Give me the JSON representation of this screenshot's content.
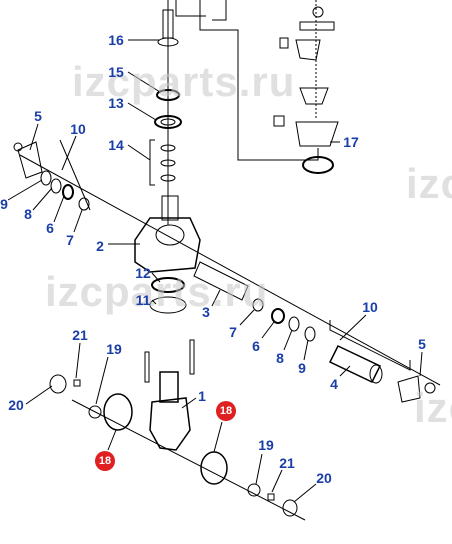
{
  "watermark": {
    "text_main": "izcparts.ru",
    "text_edge": "izc"
  },
  "colors": {
    "label": "#1a3ea8",
    "callout": "#e02020",
    "line": "#000000"
  },
  "labels": {
    "p16": "16",
    "p15": "15",
    "p13": "13",
    "p14": "14",
    "p17": "17",
    "p5_left": "5",
    "p10_left": "10",
    "p9_left": "9",
    "p8_left": "8",
    "p6_left": "6",
    "p7_left": "7",
    "p2": "2",
    "p12": "12",
    "p11": "11",
    "p3": "3",
    "p10_right": "10",
    "p5_right": "5",
    "p7_right": "7",
    "p6_right": "6",
    "p8_right": "8",
    "p9_right": "9",
    "p4": "4",
    "p21_left": "21",
    "p19_left": "19",
    "p20_left": "20",
    "p1": "1",
    "p19_right": "19",
    "p21_right": "21",
    "p20_right": "20"
  },
  "callouts": {
    "c18_upper": "18",
    "c18_lower": "18"
  }
}
